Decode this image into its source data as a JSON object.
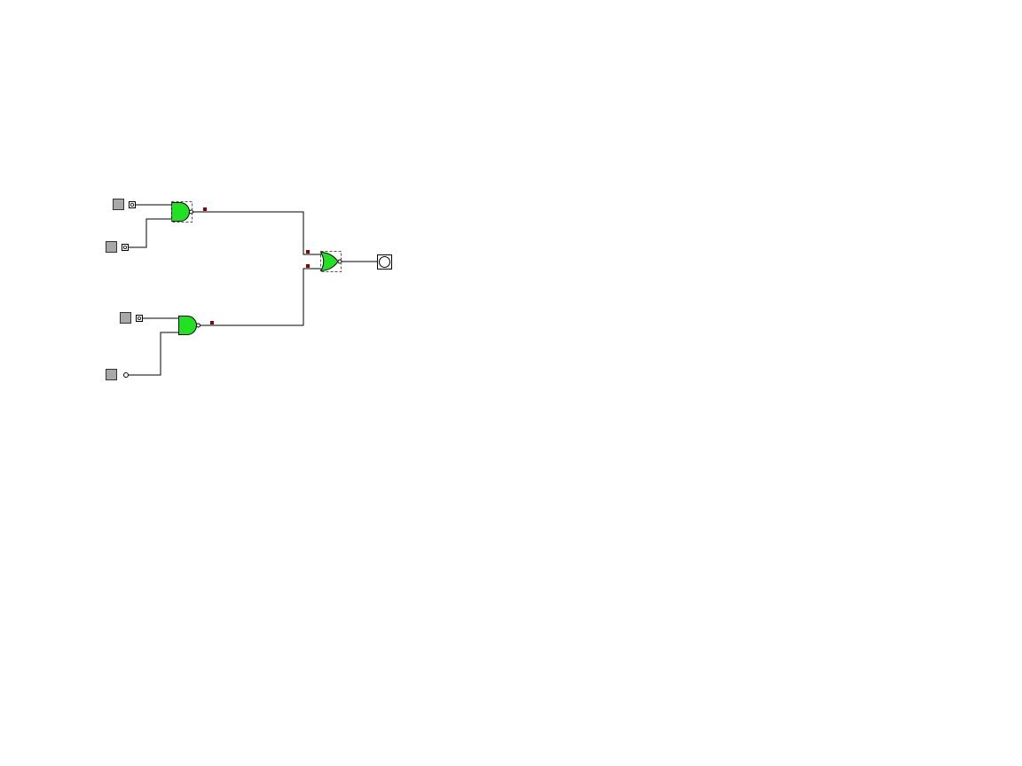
{
  "circuit": {
    "colors": {
      "background": "#ffffff",
      "wire": "#000000",
      "gate_fill": "#22e022",
      "gate_stroke": "#000000",
      "switch_fill": "#a8a8a8",
      "probe": "#8b0000",
      "selection": "#555555"
    },
    "inputs": [
      {
        "id": "in-1",
        "icon": "input-switch-icon",
        "state": "off"
      },
      {
        "id": "in-2",
        "icon": "input-switch-icon",
        "state": "off"
      },
      {
        "id": "in-3",
        "icon": "input-switch-icon",
        "state": "off"
      },
      {
        "id": "in-4",
        "icon": "input-switch-icon",
        "state": "off"
      }
    ],
    "gates": [
      {
        "id": "gate-1",
        "type": "NAND",
        "inputs": [
          "in-1",
          "in-2"
        ],
        "selected": true
      },
      {
        "id": "gate-2",
        "type": "NAND",
        "inputs": [
          "in-3",
          "in-4"
        ],
        "selected": false
      },
      {
        "id": "gate-3",
        "type": "NOR",
        "inputs": [
          "gate-1",
          "gate-2"
        ],
        "selected": true
      }
    ],
    "outputs": [
      {
        "id": "out-1",
        "icon": "output-led-icon",
        "source": "gate-3",
        "state": "off"
      }
    ]
  }
}
